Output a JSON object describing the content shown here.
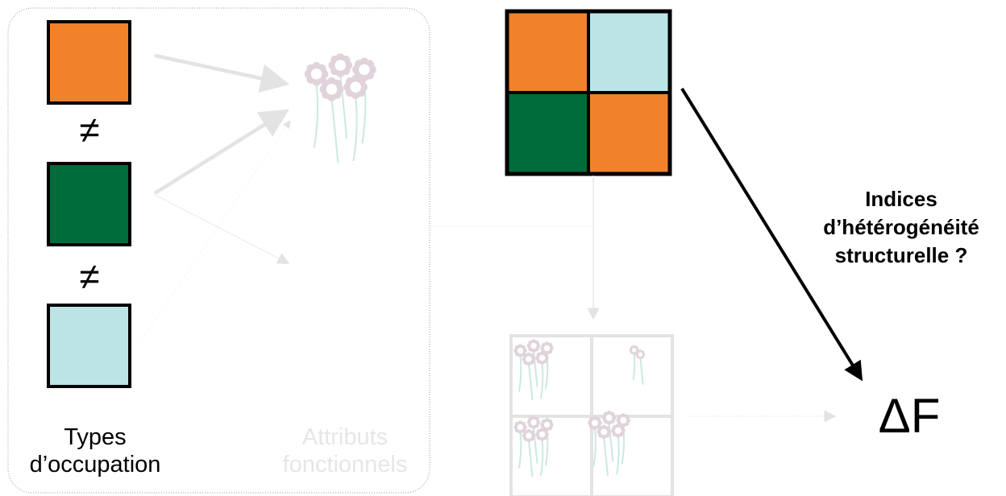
{
  "diagram": {
    "left_panel": {
      "types_label": "Types\nd’occupation",
      "attributes_label": "Attributs\nfonctionnels",
      "not_equal_symbol": "≠"
    },
    "land_cover_colors": {
      "orange": "#f08329",
      "dark_green": "#006b3b",
      "light_blue": "#bde4e4"
    },
    "landscape_grid_cells": [
      "orange",
      "light_blue",
      "dark_green",
      "orange"
    ],
    "question_text": "Indices\nd’hétérogénéité\nstructurelle ?",
    "result_label": "ΔF",
    "icons": [
      "flower-cluster-icon"
    ],
    "colors": {
      "faded_gray": "#e3e3e3",
      "faded_text": "#e6e6e6",
      "flower_pink": "#e0d3dc",
      "stem_teal": "#cbe9e2"
    }
  }
}
